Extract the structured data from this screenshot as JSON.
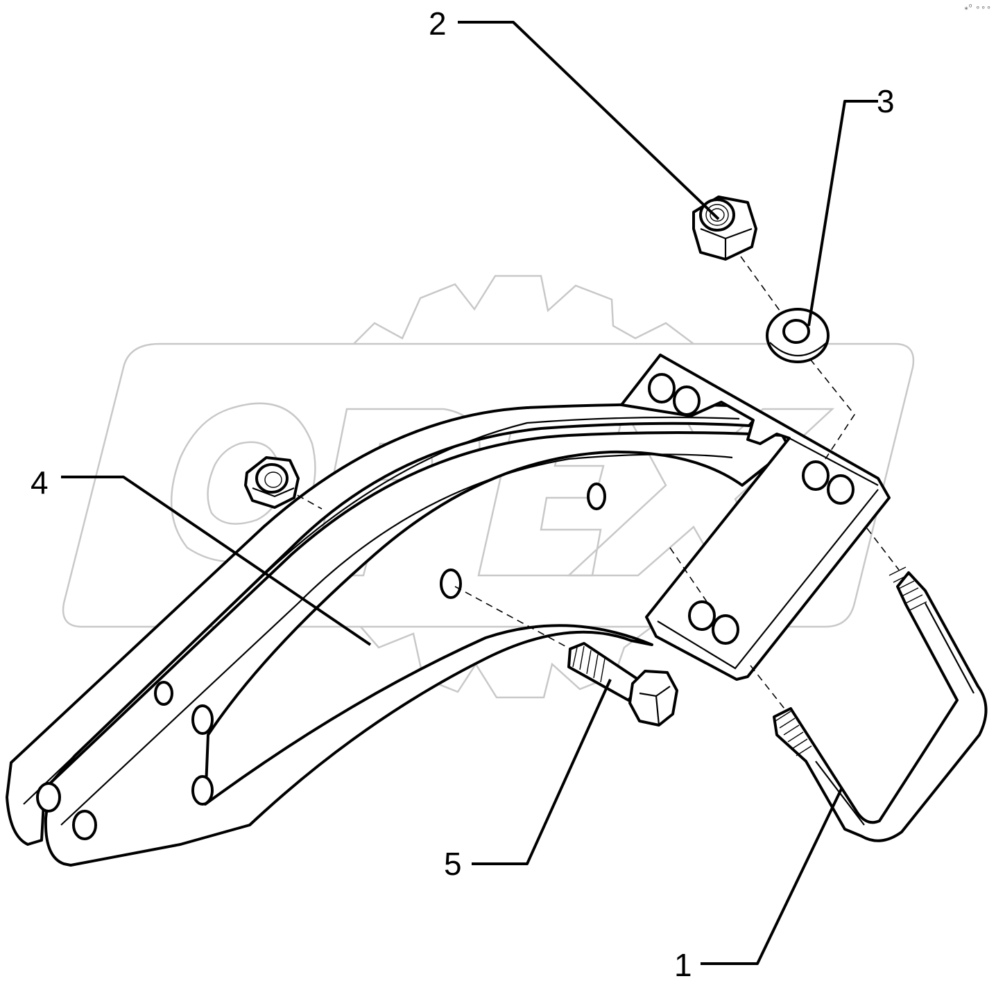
{
  "diagram": {
    "callouts": [
      {
        "id": "1",
        "label": "1"
      },
      {
        "id": "2",
        "label": "2"
      },
      {
        "id": "3",
        "label": "3"
      },
      {
        "id": "4",
        "label": "4"
      },
      {
        "id": "5",
        "label": "5"
      }
    ],
    "watermark": {
      "text": "OPEX",
      "color": "#c8c8c8"
    },
    "corner_mark": "⁎⁰ ∘∘∘"
  }
}
